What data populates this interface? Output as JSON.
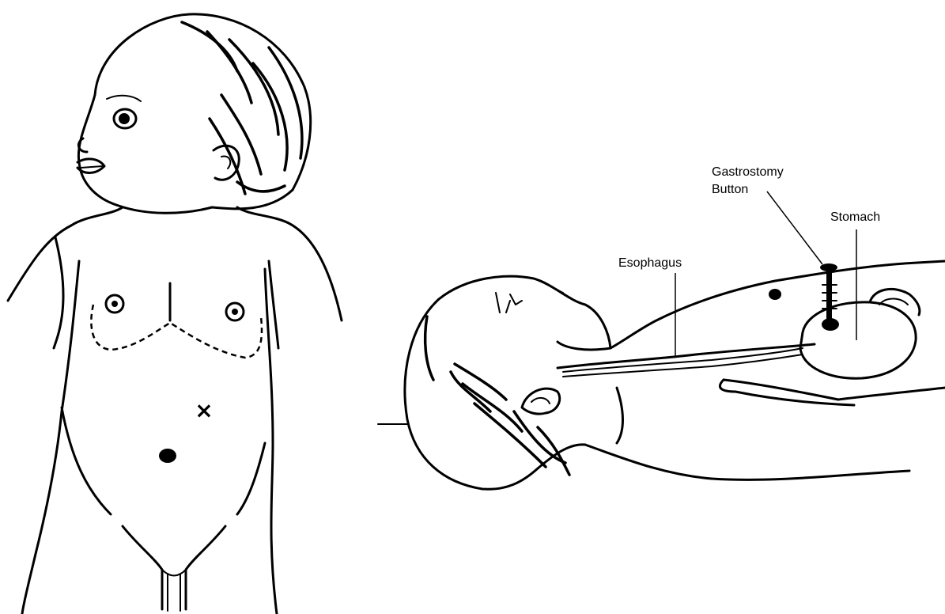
{
  "labels": {
    "gastrostomy_line1": "Gastrostomy",
    "gastrostomy_line2": "Button",
    "stomach": "Stomach",
    "esophagus": "Esophagus"
  },
  "site_marker_glyph": "×"
}
